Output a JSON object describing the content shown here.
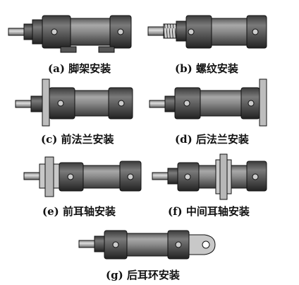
{
  "captions": {
    "a": "(a) 脚架安装",
    "b": "(b) 螺纹安装",
    "c": "(c) 前法兰安装",
    "d": "(d) 后法兰安装",
    "e": "(e) 前耳轴安装",
    "f": "(f) 中间耳轴安装",
    "g": "(g) 后耳环安装"
  },
  "colors": {
    "body": "#7d7d7d",
    "body_dark": "#3a3a3a",
    "end_cap": "#4a4a4a",
    "outline": "#111111",
    "background": "#ffffff"
  }
}
